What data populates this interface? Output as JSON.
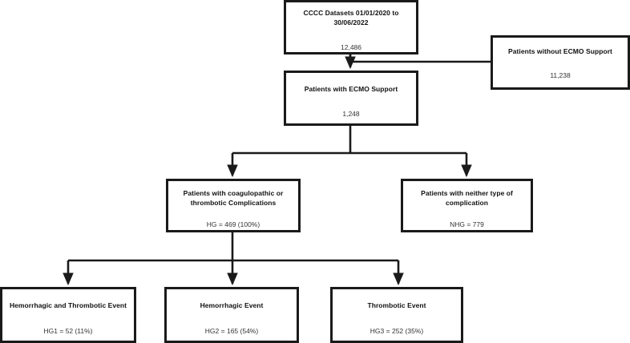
{
  "diagram": {
    "type": "flowchart",
    "orientation": "top-down",
    "line_color": "#1a1a1a",
    "box_fill": "#ffffff",
    "nodes": [
      {
        "id": "source",
        "title": "CCCC Datasets 01/01/2020 to 30/06/2022",
        "value": "12,486"
      },
      {
        "id": "no-ecmo",
        "title": "Patients without ECMO Support",
        "value": "11,238"
      },
      {
        "id": "ecmo",
        "title": "Patients with ECMO Support",
        "value": "1,248"
      },
      {
        "id": "complications",
        "title": "Patients with coagulopathic or thrombotic Complications",
        "value": "HG = 469 (100%)"
      },
      {
        "id": "no-complications",
        "title": "Patients with neither type of complication",
        "value": "NHG = 779"
      },
      {
        "id": "hg1",
        "title": "Hemorrhagic and Thrombotic Event",
        "value": "HG1 = 52 (11%)"
      },
      {
        "id": "hg2",
        "title": "Hemorrhagic Event",
        "value": "HG2 = 165 (54%)"
      },
      {
        "id": "hg3",
        "title": "Thrombotic Event",
        "value": "HG3 = 252 (35%)"
      }
    ]
  }
}
